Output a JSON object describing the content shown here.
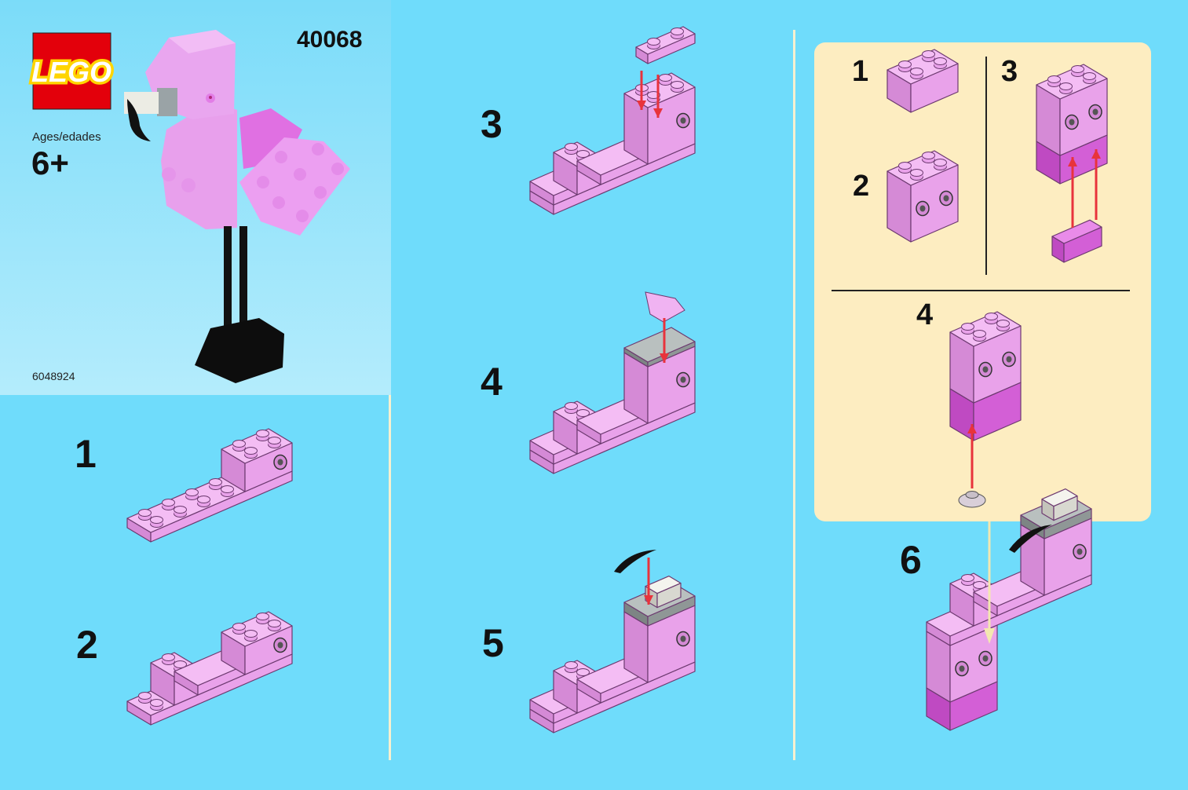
{
  "cover": {
    "logo_text": "LEGO",
    "set_number": "40068",
    "ages_label": "Ages/edades",
    "age": "6+",
    "code": "6048924"
  },
  "steps": [
    {
      "label": "1"
    },
    {
      "label": "2"
    },
    {
      "label": "3"
    },
    {
      "label": "4"
    },
    {
      "label": "5"
    },
    {
      "label": "6"
    }
  ],
  "callout": {
    "substeps": [
      {
        "label": "1"
      },
      {
        "label": "2"
      },
      {
        "label": "3"
      },
      {
        "label": "4"
      }
    ]
  },
  "colors": {
    "background": "#6fdcfb",
    "callout": "#fdedc1",
    "arrow": "#e8333c",
    "logo_red": "#e3000b",
    "brick_pink": "#f4bdf4",
    "brick_magenta": "#e98be9"
  }
}
